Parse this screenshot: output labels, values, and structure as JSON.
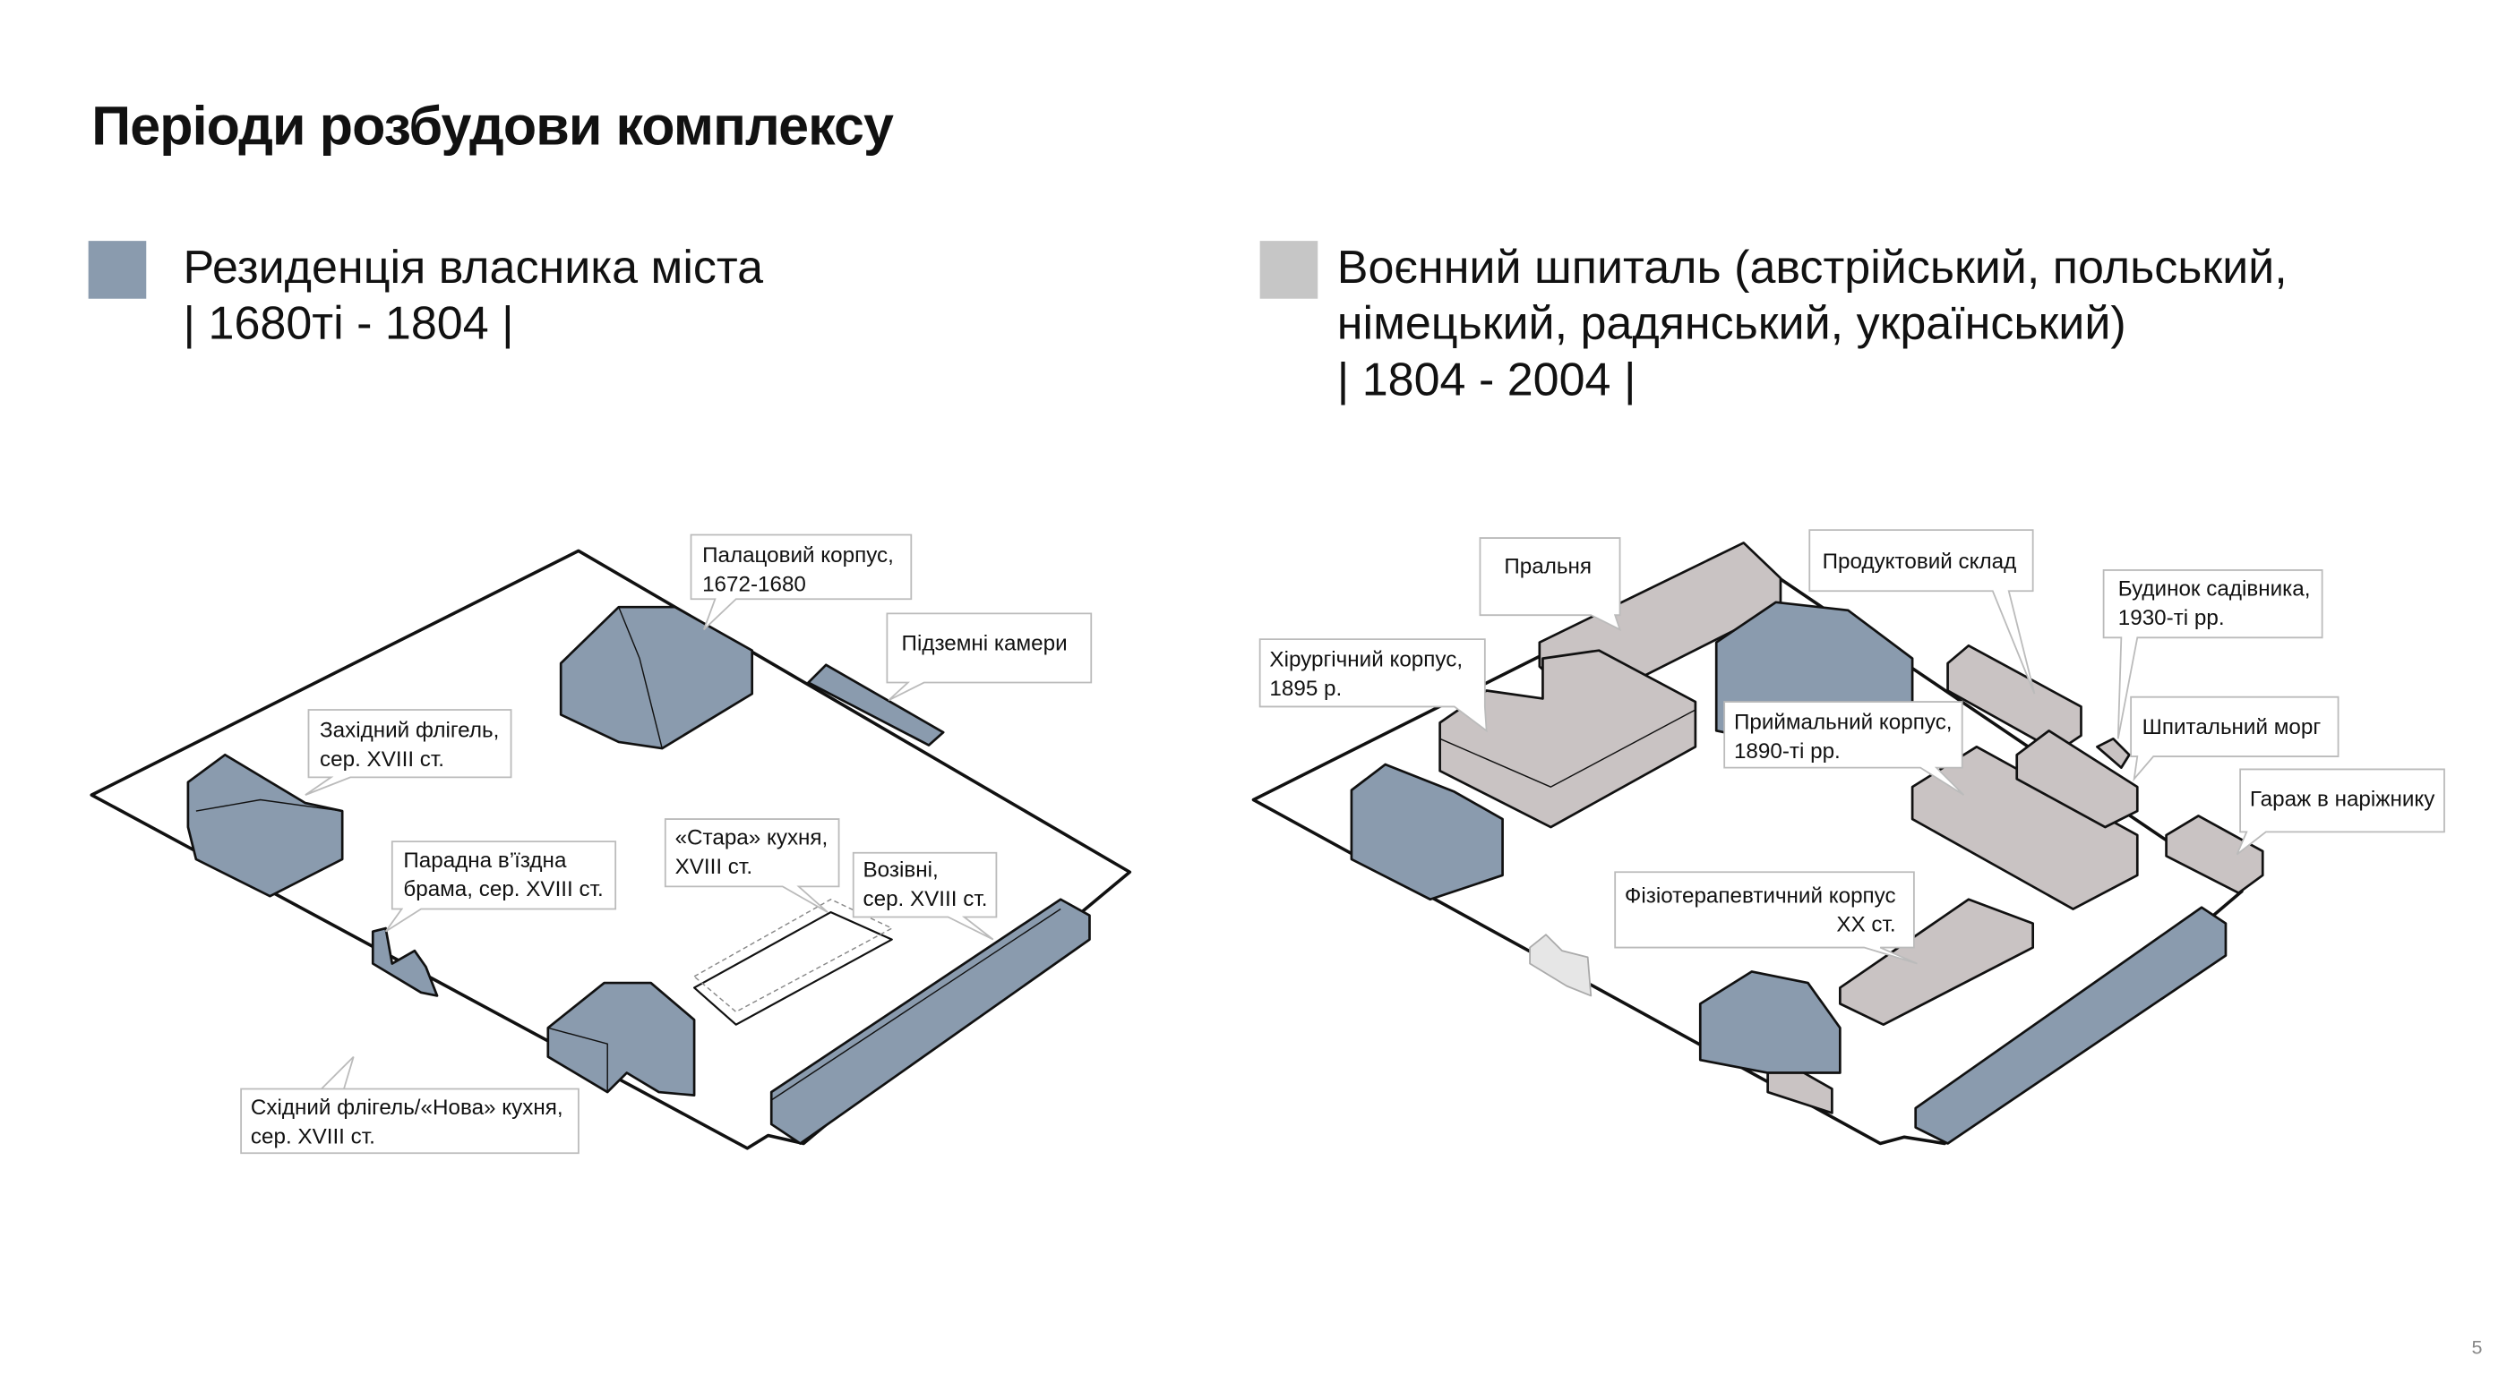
{
  "title": "Періоди розбудови комплексу",
  "legend": [
    {
      "color": "#8a9bae",
      "lines": [
        "Резиденція власника міста",
        "| 1680ті - 1804 |"
      ]
    },
    {
      "color": "#c6c6c6",
      "lines": [
        "Воєнний шпиталь (австрійський, польський,",
        "німецький, радянський, український)",
        "| 1804 - 2004 |"
      ]
    }
  ],
  "colors": {
    "residence": "#8a9bae",
    "hospital": "#c9c3c3",
    "outline": "#111111"
  },
  "left_diagram": {
    "labels": [
      {
        "lines": [
          "Палацовий корпус,",
          "1672-1680"
        ]
      },
      {
        "lines": [
          "Підземні камери"
        ]
      },
      {
        "lines": [
          "Західний флігель,",
          "сер. XVIII ст."
        ]
      },
      {
        "lines": [
          "Парадна в’їздна",
          "брама, сер. XVIII ст."
        ]
      },
      {
        "lines": [
          "«Стара» кухня,",
          "XVIII ст."
        ]
      },
      {
        "lines": [
          "Возівні,",
          "сер. XVIII ст."
        ]
      },
      {
        "lines": [
          "Східний флігель/«Нова» кухня,",
          "сер. XVIII ст."
        ]
      }
    ]
  },
  "right_diagram": {
    "labels": [
      {
        "lines": [
          "Пральня"
        ]
      },
      {
        "lines": [
          "Продуктовий склад"
        ]
      },
      {
        "lines": [
          "Будинок садівника,",
          "1930-ті рр."
        ]
      },
      {
        "lines": [
          "Хірургічний корпус,",
          "1895 р."
        ]
      },
      {
        "lines": [
          "Приймальний корпус,",
          "1890-ті рр."
        ]
      },
      {
        "lines": [
          "Шпитальний морг"
        ]
      },
      {
        "lines": [
          "Гараж в наріжнику"
        ]
      },
      {
        "lines": [
          "Фізіотерапевтичний корпус",
          "XX ст."
        ]
      }
    ]
  },
  "page_number": "5"
}
